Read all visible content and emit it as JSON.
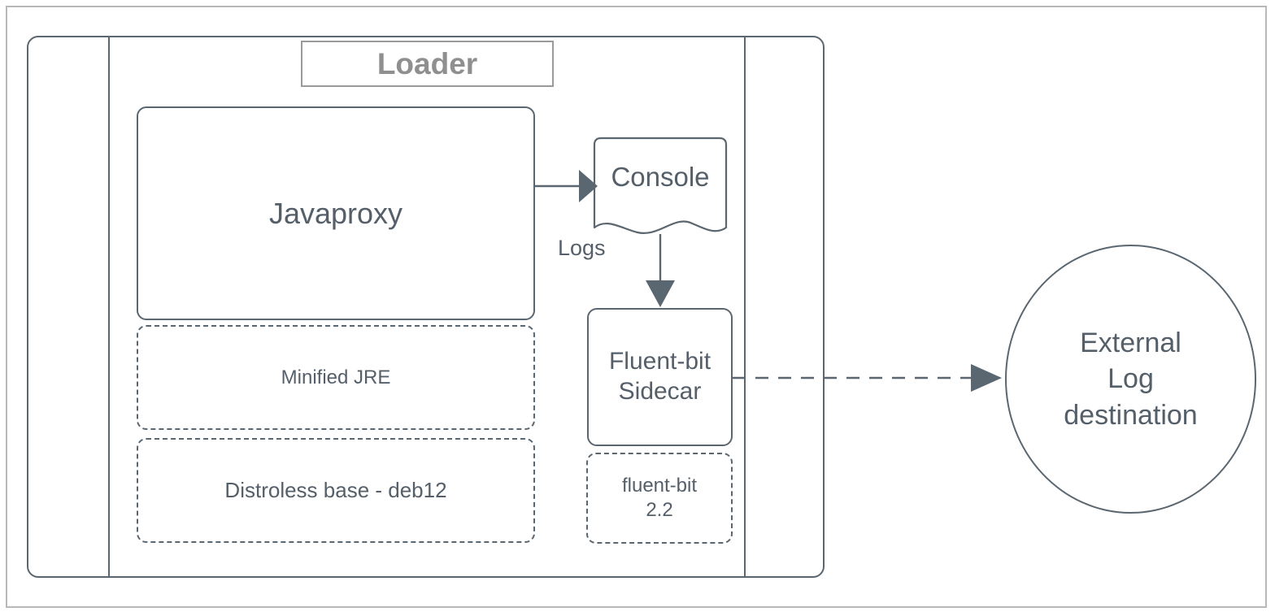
{
  "diagram": {
    "title_label": "Loader",
    "nodes": {
      "javaproxy": "Javaproxy",
      "minified_jre": "Minified JRE",
      "distroless_base": "Distroless base - deb12",
      "console": "Console",
      "fluentbit_sidecar": "Fluent-bit\nSidecar",
      "fluentbit_sidecar_line1": "Fluent-bit",
      "fluentbit_sidecar_line2": "Sidecar",
      "fluentbit_version_line1": "fluent-bit",
      "fluentbit_version_line2": "2.2",
      "external_line1": "External",
      "external_line2": "Log",
      "external_line3": "destination"
    },
    "edges": {
      "javaproxy_to_console": "",
      "console_to_fluentbit": "Logs",
      "fluentbit_to_external": ""
    },
    "colors": {
      "stroke": "#5a6670",
      "text": "#555f6a",
      "title_text": "#8f8f8f",
      "title_border": "#9a9a9a",
      "page_border": "#b8b8b8",
      "background": "#ffffff",
      "arrow_fill": "#5a6670"
    }
  }
}
